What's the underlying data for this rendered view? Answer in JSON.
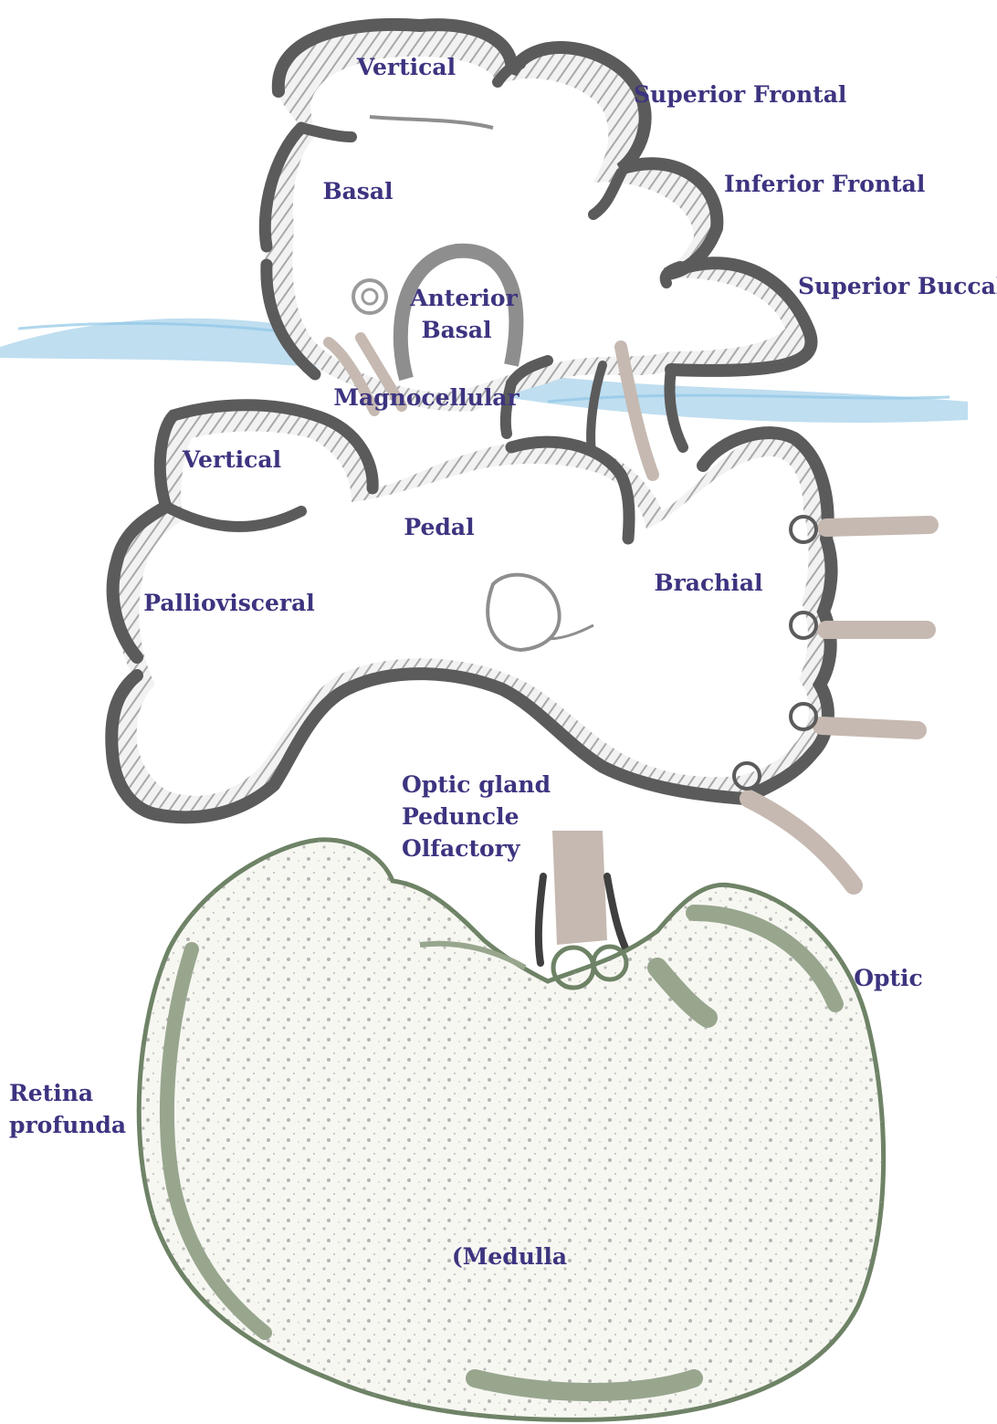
{
  "colors": {
    "label": "#3d3480",
    "outline": "#5b5b5b",
    "cortex_stipple": "#8e8e8e",
    "nerve": "#c6b9b1",
    "water": "#a9d3eb",
    "optic_outline": "#6e8366",
    "optic_fill": "#98a68e"
  },
  "labels": {
    "vertical_top": "Vertical",
    "superior_frontal": "Superior Frontal",
    "basal": "Basal",
    "inferior_frontal": "Inferior Frontal",
    "superior_buccal": "Superior Buccal",
    "anterior_basal_1": "Anterior",
    "anterior_basal_2": "Basal",
    "magnocellular": "Magnocellular",
    "vertical_lower": "Vertical",
    "pedal": "Pedal",
    "brachial": "Brachial",
    "palliovisceral": "Palliovisceral",
    "optic_gland": "Optic gland",
    "peduncle": "Peduncle",
    "olfactory": "Olfactory",
    "optic": "Optic",
    "retina_profunda_1": "Retina",
    "retina_profunda_2": "profunda",
    "medulla": "(Medulla"
  }
}
